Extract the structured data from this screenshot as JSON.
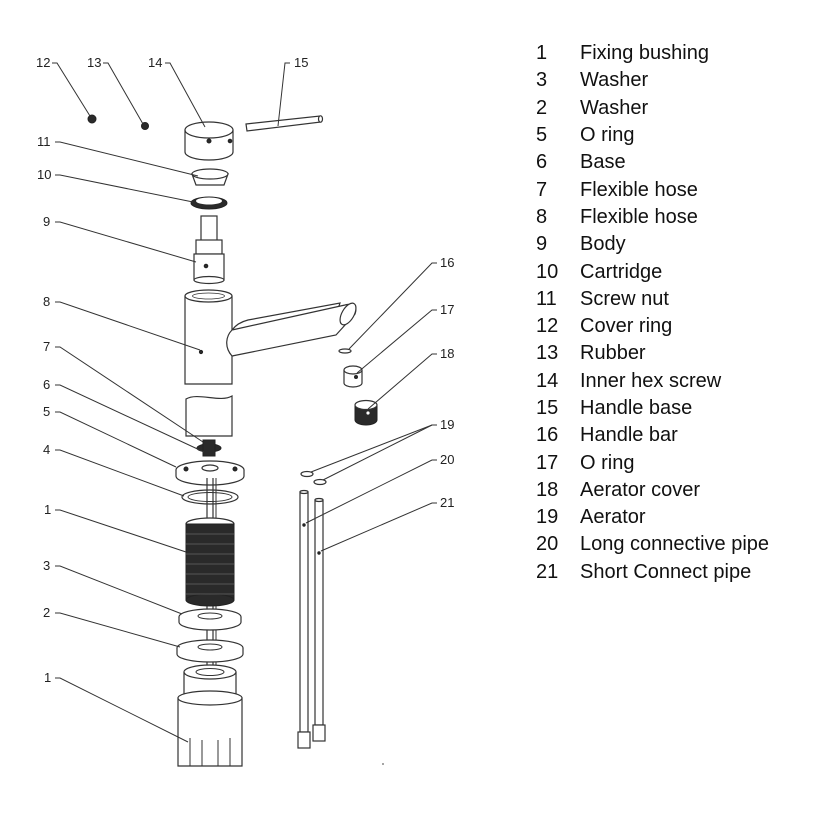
{
  "callouts": {
    "c12": "12",
    "c13": "13",
    "c14": "14",
    "c15": "15",
    "c11": "11",
    "c10": "10",
    "c9": "9",
    "c8": "8",
    "c7": "7",
    "c6": "6",
    "c5": "5",
    "c4": "4",
    "c1a": "1",
    "c3": "3",
    "c2": "2",
    "c1b": "1",
    "c16": "16",
    "c17": "17",
    "c18": "18",
    "c19": "19",
    "c20": "20",
    "c21": "21"
  },
  "legend": [
    {
      "num": "1",
      "name": "Fixing bushing"
    },
    {
      "num": "3",
      "name": "Washer"
    },
    {
      "num": "2",
      "name": "Washer"
    },
    {
      "num": "5",
      "name": "O ring"
    },
    {
      "num": "6",
      "name": "Base"
    },
    {
      "num": "7",
      "name": "Flexible hose"
    },
    {
      "num": "8",
      "name": "Flexible hose"
    },
    {
      "num": "9",
      "name": "Body"
    },
    {
      "num": "10",
      "name": "Cartridge"
    },
    {
      "num": "11",
      "name": "Screw nut"
    },
    {
      "num": "12",
      "name": "Cover ring"
    },
    {
      "num": "13",
      "name": "Rubber"
    },
    {
      "num": "14",
      "name": "Inner hex screw"
    },
    {
      "num": "15",
      "name": "Handle base"
    },
    {
      "num": "16",
      "name": "Handle bar"
    },
    {
      "num": "17",
      "name": "O ring"
    },
    {
      "num": "18",
      "name": "Aerator cover"
    },
    {
      "num": "19",
      "name": "Aerator"
    },
    {
      "num": "20",
      "name": "Long connective pipe"
    },
    {
      "num": "21",
      "name": "Short Connect pipe"
    }
  ]
}
